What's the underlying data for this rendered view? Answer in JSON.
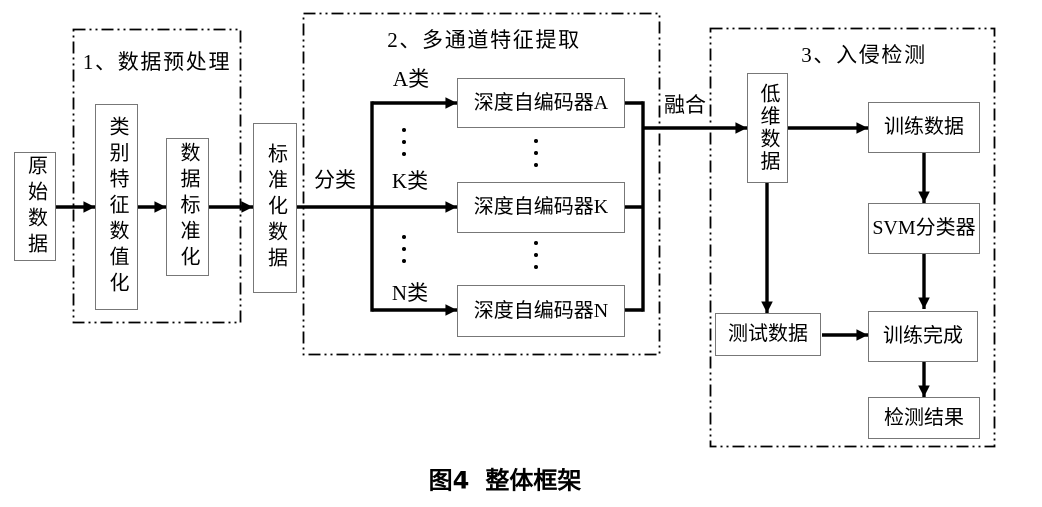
{
  "figure": {
    "caption_prefix": "图4",
    "caption_title": "整体框架"
  },
  "sections": {
    "preprocess": {
      "title": "1、数据预处理"
    },
    "feature_extract": {
      "title": "2、多通道特征提取"
    },
    "intrusion_detect": {
      "title": "3、入侵检测"
    }
  },
  "nodes": {
    "raw_data": "原始数据",
    "categorical_numeric": "类别特征数值化",
    "data_standardize": "数据标准化",
    "standardized_data": "标准化数据",
    "encoder_a": "深度自编码器A",
    "encoder_k": "深度自编码器K",
    "encoder_n": "深度自编码器N",
    "low_dim_data": "低维数据",
    "train_data": "训练数据",
    "svm_classifier": "SVM分类器",
    "test_data": "测试数据",
    "train_done": "训练完成",
    "detect_result": "检测结果"
  },
  "edge_labels": {
    "classify": "分类",
    "class_a": "A类",
    "class_k": "K类",
    "class_n": "N类",
    "fusion": "融合"
  },
  "colors": {
    "background": "#ffffff",
    "line": "#000000",
    "box_border": "#777777",
    "text": "#000000"
  }
}
